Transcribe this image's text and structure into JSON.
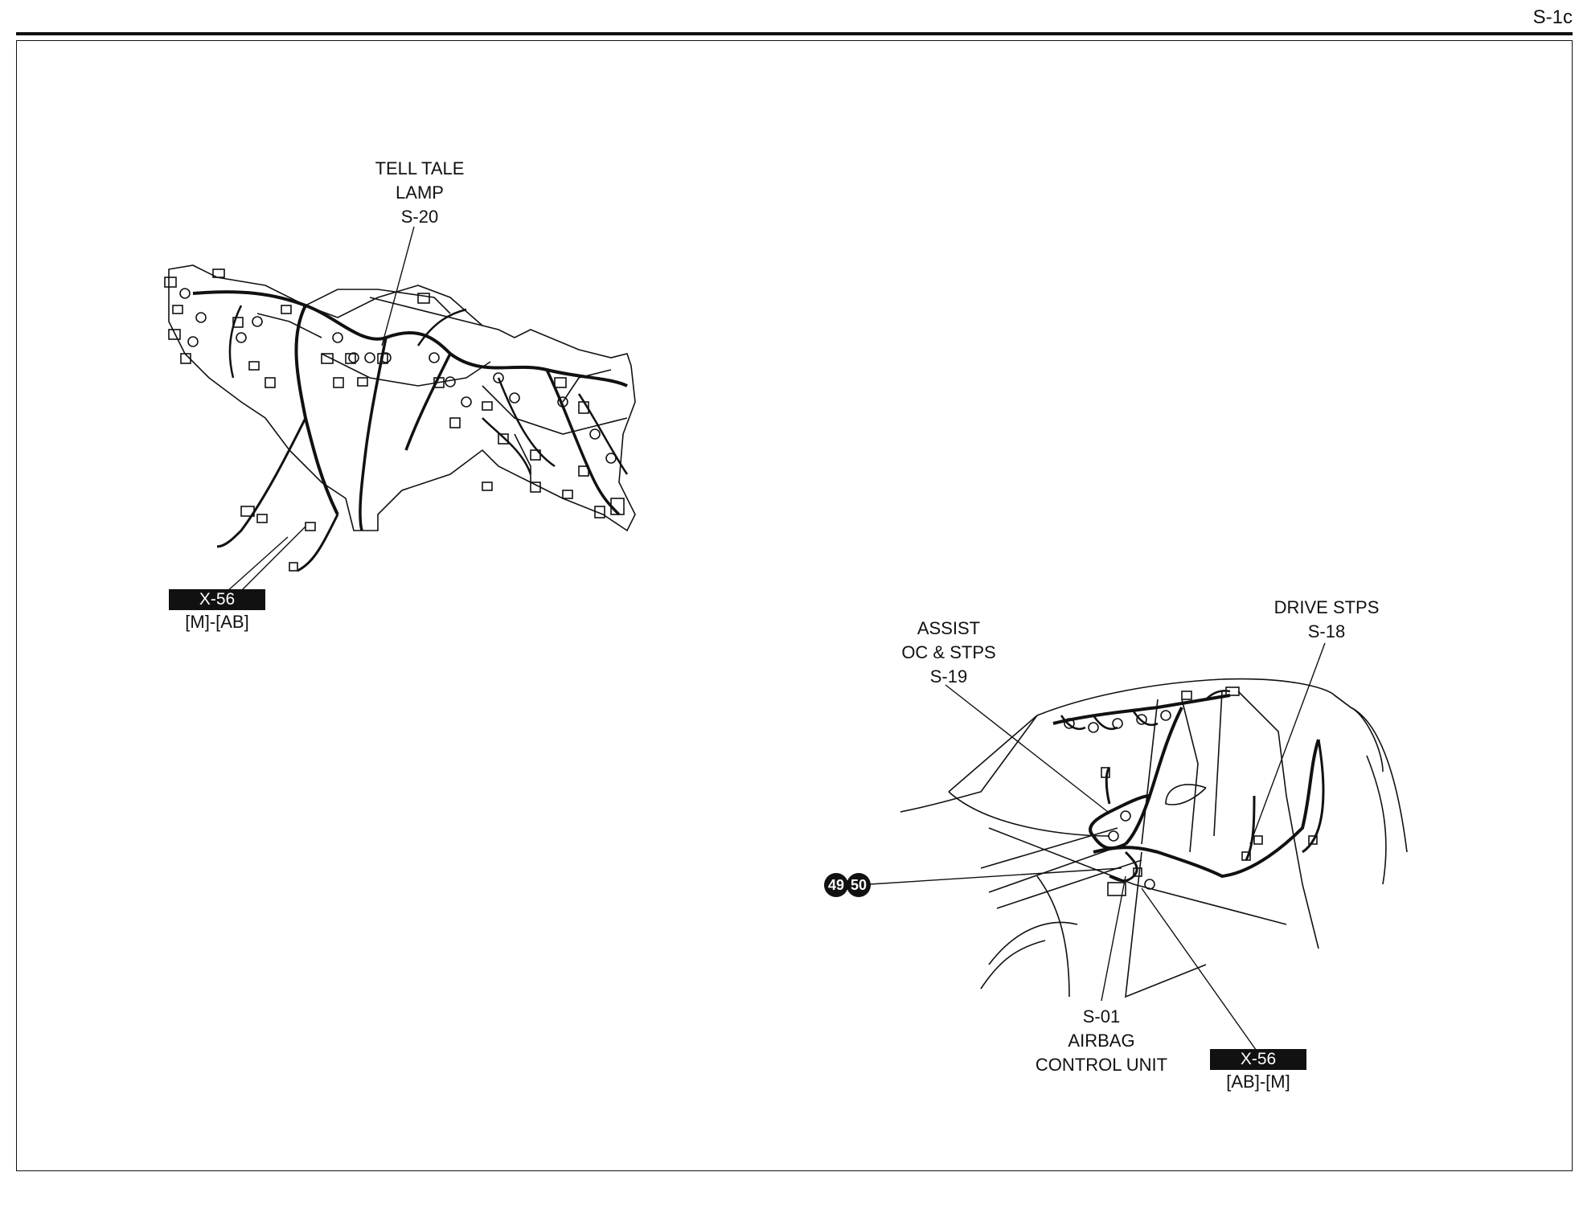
{
  "page_code": "S-1c",
  "dashboard": {
    "tell_tale": {
      "line1": "TELL TALE",
      "line2": "LAMP",
      "code": "S-20"
    },
    "connector": {
      "code": "X-56",
      "sub": "[M]-[AB]"
    }
  },
  "vehicle": {
    "assist": {
      "line1": "ASSIST",
      "line2": "OC & STPS",
      "code": "S-19"
    },
    "drive": {
      "line1": "DRIVE STPS",
      "code": "S-18"
    },
    "grounds": [
      "49",
      "50"
    ],
    "airbag": {
      "code": "S-01",
      "line1": "AIRBAG",
      "line2": "CONTROL UNIT"
    },
    "connector": {
      "code": "X-56",
      "sub": "[AB]-[M]"
    }
  }
}
